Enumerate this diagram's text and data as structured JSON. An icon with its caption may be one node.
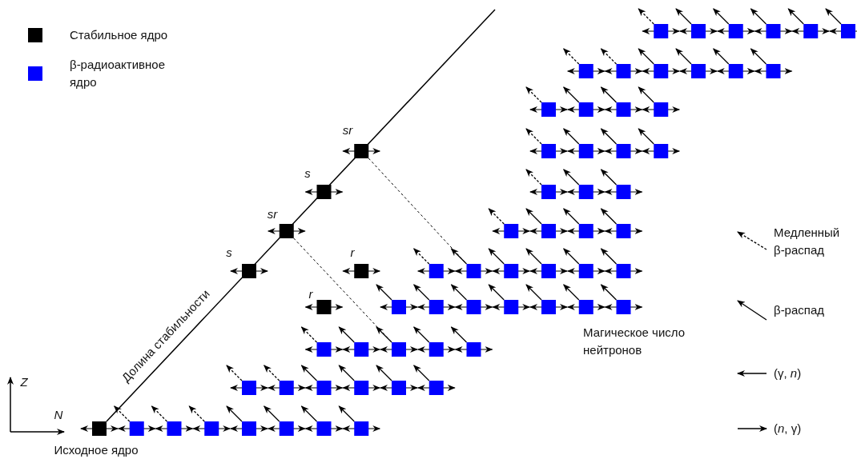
{
  "diagram": {
    "labels": [
      "sr",
      "s",
      "sr",
      "s",
      "r",
      "r",
      "Долина стабильности",
      "Магическое число нейтронов",
      "Z",
      "N",
      "Исходное ядро"
    ],
    "legend": [
      {
        "text": "Стабильное ядро",
        "color": "#000000"
      },
      {
        "text": "β-радиоактивное ядро",
        "color": "#0000ff"
      },
      {
        "text": "Медленный β-распад"
      },
      {
        "text": "β-распад"
      },
      {
        "text": "(γ, *n*)"
      },
      {
        "text": "(*n*, γ)"
      }
    ]
  }
}
